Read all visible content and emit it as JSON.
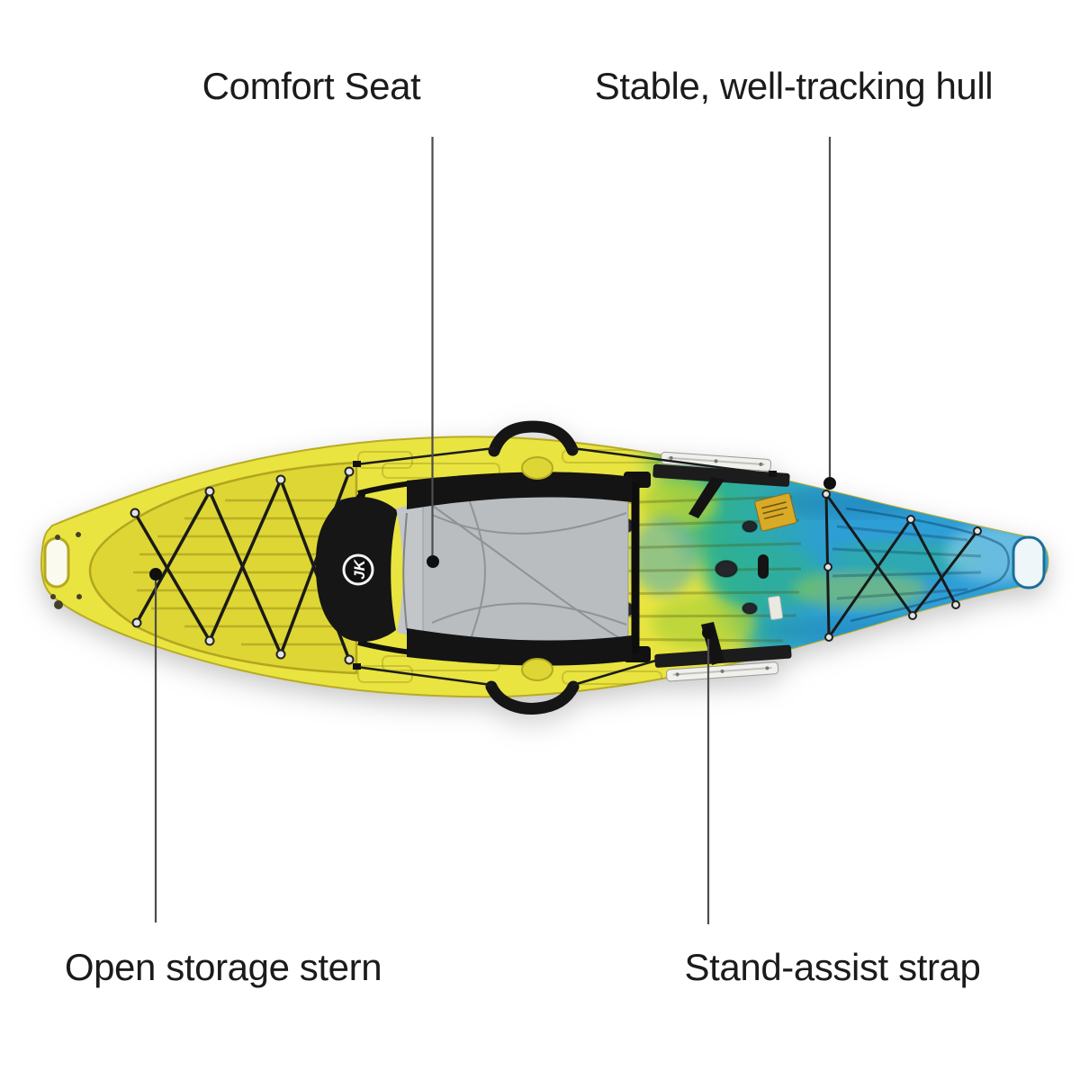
{
  "callouts": {
    "comfort_seat": {
      "label": "Comfort Seat"
    },
    "hull": {
      "label": "Stable, well-tracking hull"
    },
    "storage": {
      "label": "Open storage stern"
    },
    "strap": {
      "label": "Stand-assist strap"
    }
  },
  "product": {
    "seat_logo": "JK"
  },
  "colors": {
    "text": "#1b1b1b",
    "leader_line": "#4d4d4d",
    "marker_dot": "#0f0f0f",
    "hull_yellow": "#e9e440",
    "hull_yellow_deep": "#ded634",
    "hull_rim": "#b9ab24",
    "hull_green": "#aed23a",
    "hull_teal": "#2fb28e",
    "hull_blue": "#2d9ed6",
    "hull_blue_deep": "#1a7fae",
    "hull_blue_light": "#8fd0e8",
    "seat_gray": "#b9bdc0",
    "seat_black": "#161616",
    "bungee_black": "#1a1a1a",
    "track_white": "#f0f0ec",
    "track_black": "#1c1c1c",
    "sticker_yellow": "#d9a928"
  }
}
